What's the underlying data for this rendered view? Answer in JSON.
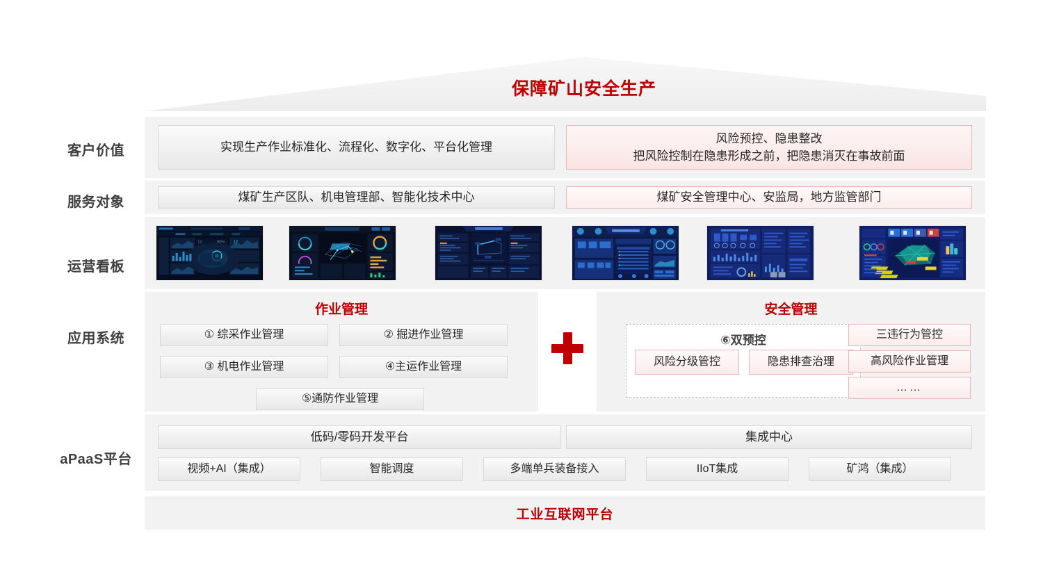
{
  "roof": {
    "title": "保障矿山安全生产",
    "accent": "#c00000"
  },
  "rows": [
    {
      "key": "customer_value",
      "label": "客户价值"
    },
    {
      "key": "service_target",
      "label": "服务对象"
    },
    {
      "key": "ops_dashboard",
      "label": "运营看板"
    },
    {
      "key": "app_system",
      "label": "应用系统"
    },
    {
      "key": "apaas",
      "label": "aPaaS平台"
    }
  ],
  "customer_value": {
    "left": "实现生产作业标准化、流程化、数字化、平台化管理",
    "right_line1": "风险预控、隐患整改",
    "right_line2": "把风险控制在隐患形成之前，把隐患消灭在事故前面"
  },
  "service_target": {
    "left": "煤矿生产区队、机电管理部、智能化技术中心",
    "right": "煤矿安全管理中心、安监局，地方监管部门"
  },
  "ops_dashboard": {
    "thumbnails": [
      {
        "name": "dashboard-thumb-1",
        "style": "dark-map"
      },
      {
        "name": "dashboard-thumb-2",
        "style": "3d-mine"
      },
      {
        "name": "dashboard-thumb-3",
        "style": "pipeline"
      },
      {
        "name": "dashboard-thumb-4",
        "style": "table-board"
      },
      {
        "name": "dashboard-thumb-5",
        "style": "blue-stats"
      },
      {
        "name": "dashboard-thumb-6",
        "style": "tunnel-3d"
      }
    ]
  },
  "app_system": {
    "operation": {
      "title": "作业管理",
      "items": [
        "① 综采作业管理",
        "② 掘进作业管理",
        "③ 机电作业管理",
        "④主运作业管理",
        "⑤通防作业管理"
      ]
    },
    "plus_symbol": "+",
    "safety": {
      "title": "安全管理",
      "dual_control": {
        "title": "⑥双预控",
        "items": [
          "风险分级管控",
          "隐患排查治理"
        ]
      },
      "side_items": [
        "三违行为管控",
        "高风险作业管理",
        "……"
      ]
    }
  },
  "apaas": {
    "top": [
      "低码/零码开发平台",
      "集成中心"
    ],
    "bottom": [
      "视频+AI（集成）",
      "智能调度",
      "多端单兵装备接入",
      "IIoT集成",
      "矿鸿（集成）"
    ]
  },
  "bottom_bar": {
    "label": "工业互联网平台"
  }
}
